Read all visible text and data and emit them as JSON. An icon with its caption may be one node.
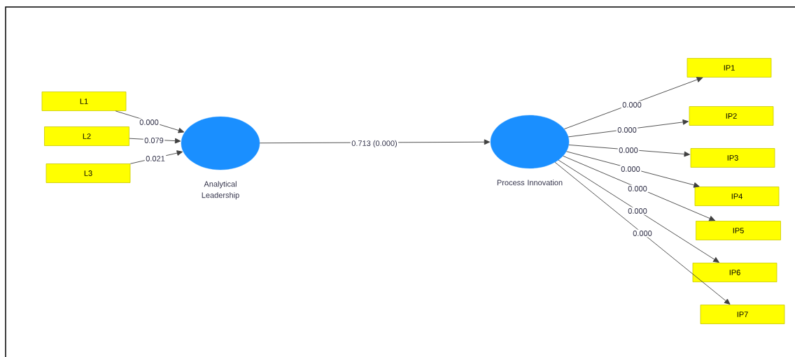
{
  "diagram": {
    "nodes": [
      {
        "text": [
          "L1"
        ]
      },
      {
        "text": [
          "L2"
        ]
      },
      {
        "text": [
          "L3"
        ]
      },
      {
        "text": [
          "Analytical Leadership"
        ]
      },
      {
        "text": [
          "Process Innovation"
        ]
      },
      {
        "text": [
          "IP1"
        ]
      },
      {
        "text": [
          "IP2"
        ]
      },
      {
        "text": [
          "IP3"
        ]
      },
      {
        "text": [
          "IP4"
        ]
      },
      {
        "text": [
          "IP5"
        ]
      },
      {
        "text": [
          "IP6"
        ]
      },
      {
        "text": [
          "IP7"
        ]
      }
    ],
    "edges": [
      {
        "from": 0,
        "to": 3,
        "arrow": "to",
        "label": "0.000"
      },
      {
        "from": 1,
        "to": 3,
        "arrow": "to",
        "label": "0.079"
      },
      {
        "from": 2,
        "to": 3,
        "arrow": "to",
        "label": "0.021"
      },
      {
        "from": 3,
        "to": 4,
        "arrow": "to",
        "label": "0.713 (0.000)"
      },
      {
        "from": 4,
        "to": 5,
        "arrow": "to",
        "label": "0.000"
      },
      {
        "from": 4,
        "to": 6,
        "arrow": "to",
        "label": "0.000"
      },
      {
        "from": 4,
        "to": 7,
        "arrow": "to",
        "label": "0.000"
      },
      {
        "from": 4,
        "to": 8,
        "arrow": "to",
        "label": "0.000"
      },
      {
        "from": 4,
        "to": 9,
        "arrow": "to",
        "label": "0.000"
      },
      {
        "from": 4,
        "to": 10,
        "arrow": "to",
        "label": "0.000"
      },
      {
        "from": 4,
        "to": 11,
        "arrow": "to",
        "label": "0.000"
      }
    ]
  }
}
